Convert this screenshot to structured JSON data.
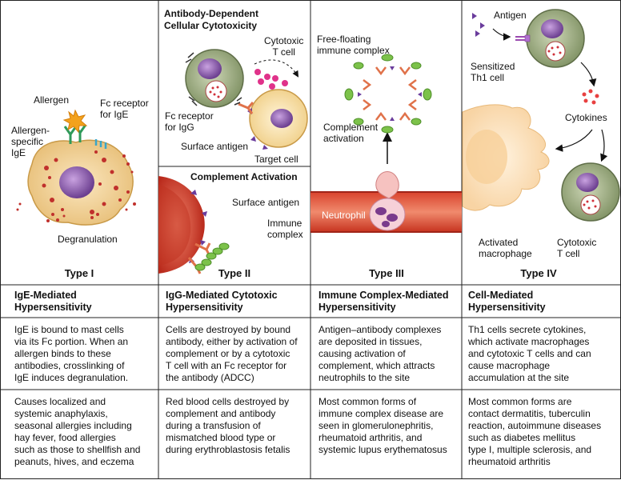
{
  "panels": [
    {
      "type": "Type I",
      "labels": {
        "allergen": "Allergen",
        "fc_receptor": "Fc receptor\nfor IgE",
        "allergen_specific": "Allergen-\nspecific\nIgE",
        "degranulation": "Degranulation"
      }
    },
    {
      "type": "Type II",
      "title_top": "Antibody-Dependent\nCellular Cytotoxicity",
      "title_bottom": "Complement Activation",
      "labels": {
        "cytotoxic_t": "Cytotoxic\nT cell",
        "fc_receptor_igg": "Fc receptor\nfor IgG",
        "surface_antigen_top": "Surface antigen",
        "target_cell": "Target cell",
        "surface_antigen_bottom": "Surface antigen",
        "immune_complex": "Immune\ncomplex"
      }
    },
    {
      "type": "Type III",
      "labels": {
        "free_floating": "Free-floating\nimmune complex",
        "complement_activation": "Complement\nactivation",
        "neutrophil": "Neutrophil"
      }
    },
    {
      "type": "Type IV",
      "labels": {
        "antigen": "Antigen",
        "sensitized": "Sensitized\nTh1 cell",
        "cytokines": "Cytokines",
        "activated_macrophage": "Activated\nmacrophage",
        "cytotoxic_t": "Cytotoxic\nT cell"
      }
    }
  ],
  "table": {
    "names": [
      "IgE-Mediated\nHypersensitivity",
      "IgG-Mediated Cytotoxic\nHypersensitivity",
      "Immune Complex-Mediated\nHypersensitivity",
      "Cell-Mediated\nHypersensitivity"
    ],
    "mechanisms": [
      "IgE is bound to mast cells\nvia its Fc portion. When an\nallergen binds to these\nantibodies, crosslinking of\nIgE induces degranulation.",
      "Cells are destroyed by bound\nantibody, either by activation of\ncomplement or by a cytotoxic\nT cell with an Fc receptor for\nthe antibody (ADCC)",
      "Antigen–antibody complexes\nare deposited in tissues,\ncausing activation of\ncomplement, which attracts\nneutrophils to the site",
      "Th1 cells secrete cytokines,\nwhich activate macrophages\nand cytotoxic T cells and can\ncause macrophage\naccumulation at the site"
    ],
    "examples": [
      "Causes localized and\nsystemic anaphylaxis,\nseasonal allergies including\nhay fever, food allergies\nsuch as those to shellfish and\npeanuts, hives, and eczema",
      "Red blood cells destroyed by\ncomplement and antibody\nduring a transfusion of\nmismatched blood type or\nduring erythroblastosis fetalis",
      "Most common forms of\nimmune complex disease are\nseen in glomerulonephritis,\nrheumatoid arthritis, and\nsystemic lupus erythematosus",
      "Most common forms are\ncontact dermatitis, tuberculin\nreaction, autoimmune diseases\nsuch as diabetes mellitus\ntype I, multiple sclerosis, and\nrheumatoid arthritis"
    ]
  },
  "colors": {
    "border": "#222222",
    "mast_cell": "#f3d59a",
    "nucleus": "#8a5aa8",
    "t_cell": "#9fae84",
    "rbc": "#d8432c",
    "antibody": "#e0724a",
    "complement": "#7cc24a",
    "macrophage": "#fbe2c0",
    "granule": "#c0302c",
    "antigen": "#6a3c9c"
  }
}
